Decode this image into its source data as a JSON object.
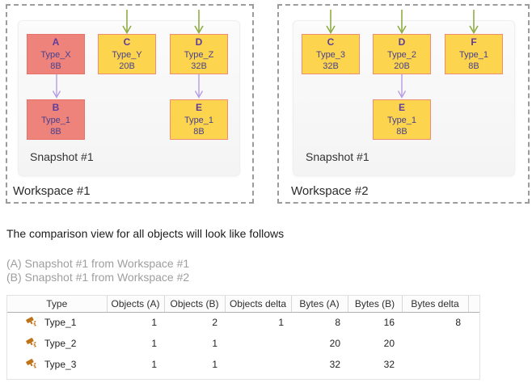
{
  "palette": {
    "node_yellow_fill": "#fdd44e",
    "node_yellow_border": "#ef8d72",
    "node_red_fill": "#ee837b",
    "node_red_border": "#e8716a",
    "node_text": "#46418e",
    "arrow_green": "#8fad45",
    "arrow_purple": "#b79ce6",
    "type_icon_orange": "#bf7318"
  },
  "diagram": {
    "workspaces": [
      {
        "label": "Workspace #1",
        "snapshot_label": "Snapshot #1",
        "nodes": [
          {
            "letter": "A",
            "type": "Type_X",
            "size": "8B"
          },
          {
            "letter": "C",
            "type": "Type_Y",
            "size": "20B"
          },
          {
            "letter": "D",
            "type": "Type_Z",
            "size": "32B"
          },
          {
            "letter": "B",
            "type": "Type_1",
            "size": "8B"
          },
          {
            "letter": "E",
            "type": "Type_1",
            "size": "8B"
          }
        ]
      },
      {
        "label": "Workspace #2",
        "snapshot_label": "Snapshot #1",
        "nodes": [
          {
            "letter": "C",
            "type": "Type_3",
            "size": "32B"
          },
          {
            "letter": "D",
            "type": "Type_2",
            "size": "20B"
          },
          {
            "letter": "F",
            "type": "Type_1",
            "size": "8B"
          },
          {
            "letter": "E",
            "type": "Type_1",
            "size": "8B"
          }
        ]
      }
    ]
  },
  "intro": {
    "title": "The comparison view for all objects will look like follows",
    "note_a": "(A) Snapshot #1 from Workspace #1",
    "note_b": "(B) Snapshot #1 from Workspace #2"
  },
  "comparison_table": {
    "columns": [
      "Type",
      "Objects (A)",
      "Objects (B)",
      "Objects delta",
      "Bytes (A)",
      "Bytes (B)",
      "Bytes delta"
    ],
    "rows": [
      {
        "type": "Type_1",
        "objects_a": "1",
        "objects_b": "2",
        "objects_delta": "1",
        "bytes_a": "8",
        "bytes_b": "16",
        "bytes_delta": "8"
      },
      {
        "type": "Type_2",
        "objects_a": "1",
        "objects_b": "1",
        "objects_delta": "",
        "bytes_a": "20",
        "bytes_b": "20",
        "bytes_delta": ""
      },
      {
        "type": "Type_3",
        "objects_a": "1",
        "objects_b": "1",
        "objects_delta": "",
        "bytes_a": "32",
        "bytes_b": "32",
        "bytes_delta": ""
      }
    ]
  }
}
